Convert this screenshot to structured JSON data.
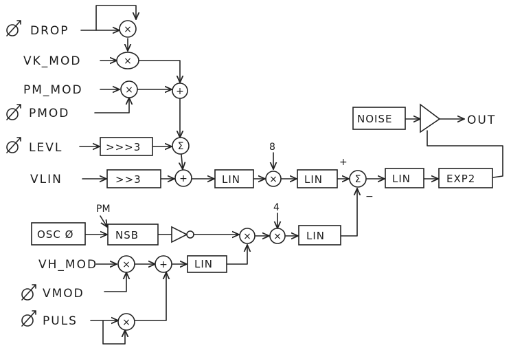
{
  "inputs": {
    "drop": "DROP",
    "vk_mod": "VK_MOD",
    "pm_mod": "PM_MOD",
    "pmod": "PMOD",
    "levl": "LEVL",
    "vlin": "VLIN",
    "osc": "OSC Ø",
    "vh_mod": "VH_MOD",
    "vmod": "VMOD",
    "puls": "PULS"
  },
  "blocks": {
    "shift_top": ">>>3",
    "shift_bottom": ">>3",
    "lin1": "LIN",
    "lin2": "LIN",
    "lin3": "LIN",
    "lin4": "LIN",
    "lin5": "LIN",
    "nsb": "NSB",
    "exp2": "EXP2",
    "noise": "NOISE"
  },
  "operators": {
    "mul": "×",
    "add": "+",
    "sum": "Σ"
  },
  "annotations": {
    "eight": "8",
    "four": "4",
    "pm": "PM",
    "plus_sign": "+",
    "minus_sign": "−",
    "out": "OUT"
  }
}
